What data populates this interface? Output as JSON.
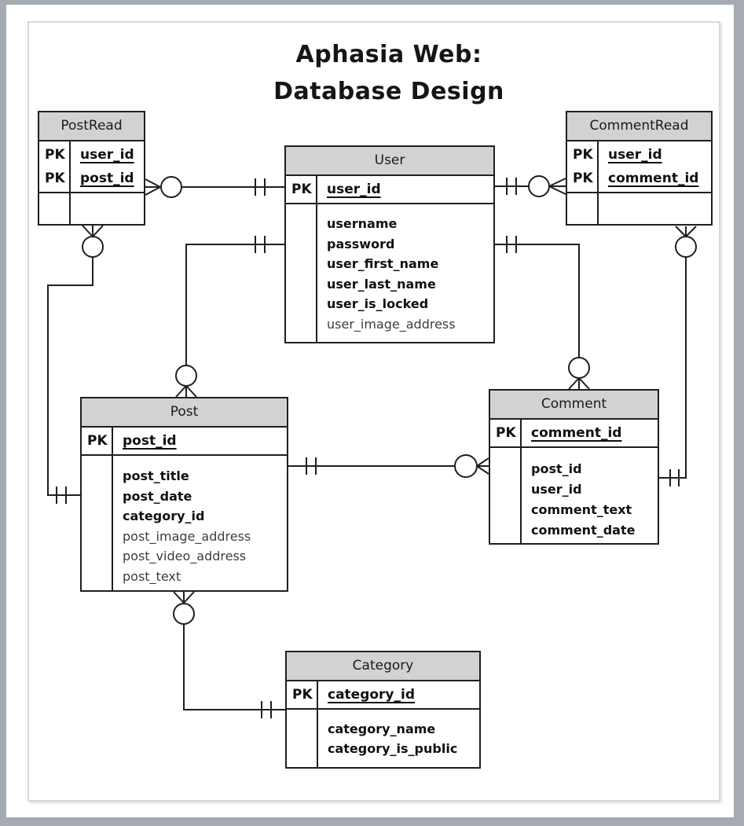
{
  "title": {
    "line1": "Aphasia Web:",
    "line2": "Database Design"
  },
  "colors": {
    "table_header_fill": "#d2d2d2",
    "line_color": "#1f1f1f",
    "dim_field_text": "#3d3d3d",
    "page_background": "#ffffff",
    "outer_background": "#a5abb0",
    "inner_frame_border": "#d8d8d8"
  },
  "entities": [
    {
      "name": "PostRead",
      "pk_label": "PK",
      "pk_fields": [
        "user_id",
        "post_id"
      ],
      "fields": []
    },
    {
      "name": "User",
      "pk_label": "PK",
      "pk_fields": [
        "user_id"
      ],
      "fields": [
        "username",
        "password",
        "user_first_name",
        "user_last_name",
        "user_is_locked",
        "user_image_address"
      ]
    },
    {
      "name": "CommentRead",
      "pk_label": "PK",
      "pk_fields": [
        "user_id",
        "comment_id"
      ],
      "fields": []
    },
    {
      "name": "Post",
      "pk_label": "PK",
      "pk_fields": [
        "post_id"
      ],
      "fields": [
        "post_title",
        "post_date",
        "category_id",
        "post_image_address",
        "post_video_address",
        "post_text"
      ]
    },
    {
      "name": "Comment",
      "pk_label": "PK",
      "pk_fields": [
        "comment_id"
      ],
      "fields": [
        "post_id",
        "user_id",
        "comment_text",
        "comment_date"
      ]
    },
    {
      "name": "Category",
      "pk_label": "PK",
      "pk_fields": [
        "category_id"
      ],
      "fields": [
        "category_name",
        "category_is_public"
      ]
    }
  ],
  "relationships": [
    {
      "entity_a": "PostRead",
      "end_a": "zero-or-many",
      "entity_b": "User",
      "end_b": "one-and-only-one"
    },
    {
      "entity_a": "User",
      "end_a": "one-and-only-one",
      "entity_b": "CommentRead",
      "end_b": "zero-or-many"
    },
    {
      "entity_a": "User",
      "end_a": "one-and-only-one",
      "entity_b": "Post",
      "end_b": "zero-or-many"
    },
    {
      "entity_a": "User",
      "end_a": "one-and-only-one",
      "entity_b": "Comment",
      "end_b": "zero-or-many"
    },
    {
      "entity_a": "PostRead",
      "end_a": "zero-or-many",
      "entity_b": "Post",
      "end_b": "one-and-only-one"
    },
    {
      "entity_a": "CommentRead",
      "end_a": "zero-or-many",
      "entity_b": "Comment",
      "end_b": "one-and-only-one"
    },
    {
      "entity_a": "Post",
      "end_a": "one-and-only-one",
      "entity_b": "Comment",
      "end_b": "zero-or-many"
    },
    {
      "entity_a": "Post",
      "end_a": "zero-or-many",
      "entity_b": "Category",
      "end_b": "one-and-only-one"
    }
  ]
}
